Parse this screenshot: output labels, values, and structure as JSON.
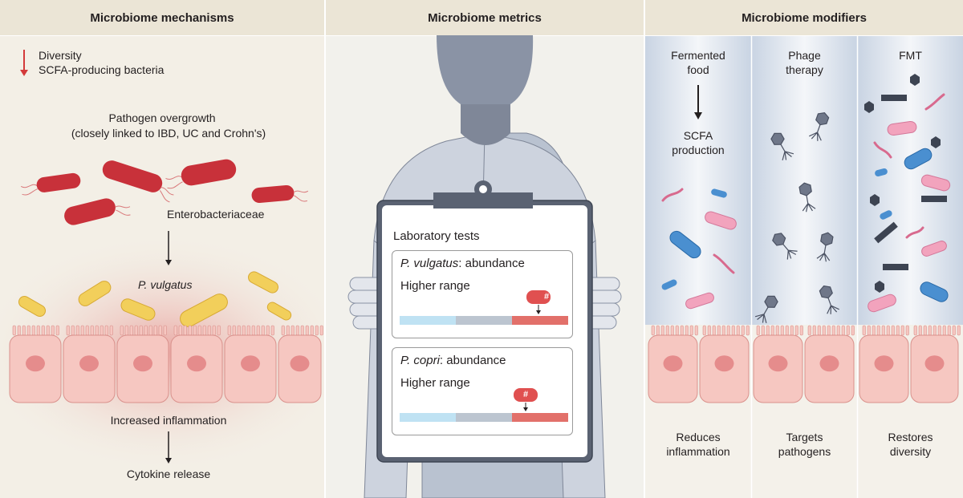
{
  "panels": {
    "mechanisms": {
      "title": "Microbiome mechanisms",
      "decrease_items": [
        "Diversity",
        "SCFA-producing bacteria"
      ],
      "pathogen_title": "Pathogen overgrowth",
      "pathogen_subtitle": "(closely linked to IBD, UC and Crohn's)",
      "bacteria_label": "Enterobacteriaceae",
      "species_label": "P. vulgatus",
      "inflammation": "Increased inflammation",
      "cytokine": "Cytokine release"
    },
    "metrics": {
      "title": "Microbiome metrics",
      "clipboard_title": "Laboratory tests",
      "tests": [
        {
          "species": "P. vulgatus",
          "suffix": ": abundance",
          "range": "Higher range",
          "marker": "#"
        },
        {
          "species": "P. copri",
          "suffix": ": abundance",
          "range": "Higher range",
          "marker": "#"
        }
      ]
    },
    "modifiers": {
      "title": "Microbiome modifiers",
      "columns": [
        {
          "head1": "Fermented",
          "head2": "food",
          "mid1": "SCFA",
          "mid2": "production",
          "foot1": "Reduces",
          "foot2": "inflammation"
        },
        {
          "head1": "Phage",
          "head2": "therapy",
          "foot1": "Targets",
          "foot2": "pathogens"
        },
        {
          "head1": "FMT",
          "head2": "",
          "foot1": "Restores",
          "foot2": "diversity"
        }
      ]
    }
  },
  "colors": {
    "header_bg": "#ebe5d6",
    "panel_bg": "#f3efe6",
    "bacteria_red": "#c8313a",
    "species_yellow": "#f2cf5b",
    "cell_pink": "#f6c7c1",
    "nucleus": "#e58c8c",
    "bar_blue": "#bfe2f3",
    "bar_grey": "#bcc5d0",
    "bar_red": "#e2706a",
    "decrease_arrow": "#d33a3a"
  }
}
